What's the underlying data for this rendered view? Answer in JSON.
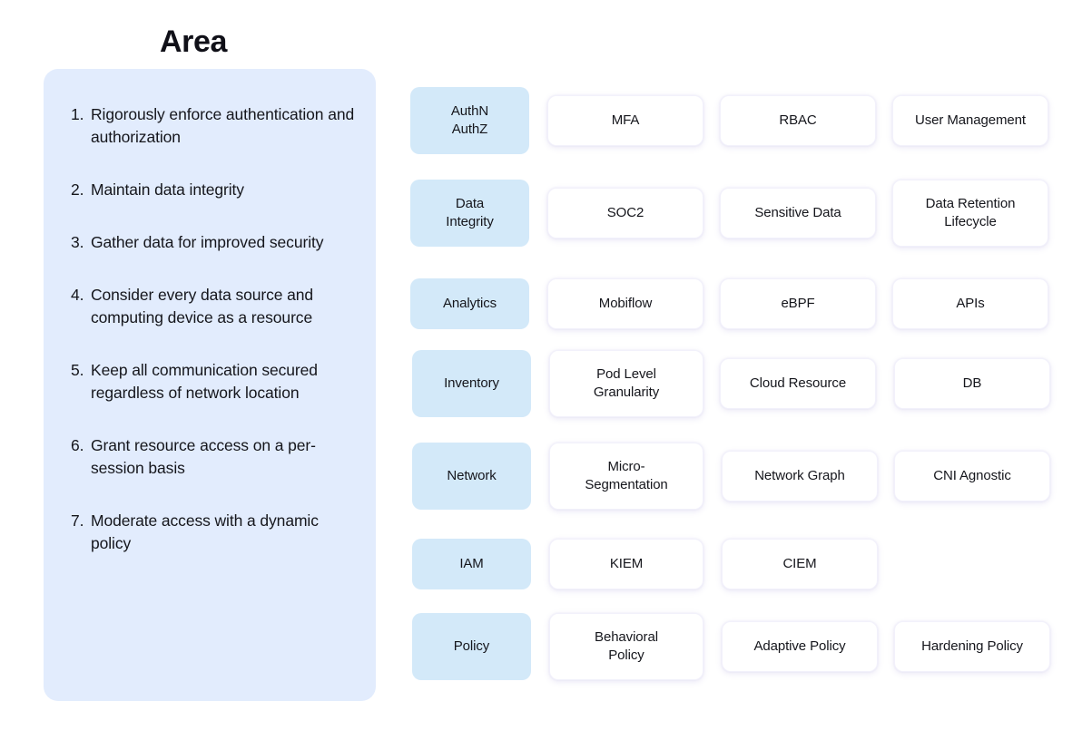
{
  "page": {
    "title": "Area",
    "background_color": "#ffffff",
    "text_color": "#15161c"
  },
  "principles_panel": {
    "background_color": "#e2ecfd",
    "items": [
      {
        "num": "1.",
        "text": "Rigorously enforce authentication and authorization"
      },
      {
        "num": "2.",
        "text": "Maintain data integrity"
      },
      {
        "num": "3.",
        "text": "Gather data for improved security"
      },
      {
        "num": "4.",
        "text": "Consider every data source and computing device as a resource"
      },
      {
        "num": "5.",
        "text": "Keep all communication secured regardless of network location"
      },
      {
        "num": "6.",
        "text": "Grant resource access on a per-session basis"
      },
      {
        "num": "7.",
        "text": "Moderate access with a dynamic policy"
      }
    ]
  },
  "matrix": {
    "category_color": "#d3e9f9",
    "item_color": "#ffffff",
    "rows": [
      {
        "category": "AuthN\nAuthZ",
        "category_lines": [
          "AuthN",
          "AuthZ"
        ],
        "items": [
          "MFA",
          "RBAC",
          "User Management"
        ],
        "item_lines": [
          [
            "MFA"
          ],
          [
            "RBAC"
          ],
          [
            "User Management"
          ]
        ]
      },
      {
        "category": "Data\nIntegrity",
        "category_lines": [
          "Data",
          "Integrity"
        ],
        "items": [
          "SOC2",
          "Sensitive Data",
          "Data Retention Lifecycle"
        ],
        "item_lines": [
          [
            "SOC2"
          ],
          [
            "Sensitive Data"
          ],
          [
            "Data Retention",
            "Lifecycle"
          ]
        ]
      },
      {
        "category": "Analytics",
        "category_lines": [
          "Analytics"
        ],
        "items": [
          "Mobiflow",
          "eBPF",
          "APIs"
        ],
        "item_lines": [
          [
            "Mobiflow"
          ],
          [
            "eBPF"
          ],
          [
            "APIs"
          ]
        ]
      },
      {
        "category": "Inventory",
        "category_lines": [
          "Inventory"
        ],
        "items": [
          "Pod Level Granularity",
          "Cloud Resource",
          "DB"
        ],
        "item_lines": [
          [
            "Pod Level",
            "Granularity"
          ],
          [
            "Cloud Resource"
          ],
          [
            "DB"
          ]
        ]
      },
      {
        "category": "Network",
        "category_lines": [
          "Network"
        ],
        "items": [
          "Micro-Segmentation",
          "Network Graph",
          "CNI Agnostic"
        ],
        "item_lines": [
          [
            "Micro-",
            "Segmentation"
          ],
          [
            "Network Graph"
          ],
          [
            "CNI Agnostic"
          ]
        ]
      },
      {
        "category": "IAM",
        "category_lines": [
          "IAM"
        ],
        "items": [
          "KIEM",
          "CIEM"
        ],
        "item_lines": [
          [
            "KIEM"
          ],
          [
            "CIEM"
          ]
        ]
      },
      {
        "category": "Policy",
        "category_lines": [
          "Policy"
        ],
        "items": [
          "Behavioral Policy",
          "Adaptive Policy",
          "Hardening Policy"
        ],
        "item_lines": [
          [
            "Behavioral",
            "Policy"
          ],
          [
            "Adaptive Policy"
          ],
          [
            "Hardening Policy"
          ]
        ]
      }
    ]
  }
}
